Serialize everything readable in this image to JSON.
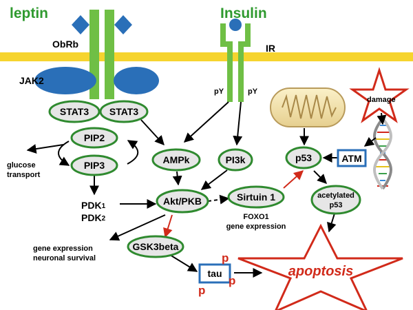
{
  "labels": {
    "leptin": "leptin",
    "insulin": "Insulin",
    "obrb": "ObRb",
    "ir": "IR",
    "jak2": "JAK2",
    "py_left": "pY",
    "py_right": "pY",
    "damage": "damage",
    "stat3_left": "STAT3",
    "stat3_right": "STAT3",
    "pip2": "PIP2",
    "pip3": "PIP3",
    "glucose_line1": "glucose",
    "glucose_line2": "transport",
    "pdk1_base": "PDK",
    "pdk1_sub": "1",
    "pdk2_base": "PDK",
    "pdk2_sub": "2",
    "ampk": "AMPk",
    "pi3k": "PI3k",
    "p53": "p53",
    "atm": "ATM",
    "akt": "Akt/PKB",
    "sirtuin": "Sirtuin 1",
    "foxo1_line1": "FOXO1",
    "foxo1_line2": "gene expression",
    "acetylated_line1": "acetylated",
    "acetylated_line2": "p53",
    "gene_line1": "gene expression",
    "gene_line2": "neuronal survival",
    "gsk3": "GSK3beta",
    "tau": "tau",
    "phospho": "p",
    "apoptosis": "apoptosis"
  },
  "colors": {
    "membrane": "#f6d42e",
    "green": "#6fbf45",
    "title_green": "#2f9a2f",
    "node_fill": "#e6e6e6",
    "node_border": "#2f8a2f",
    "blue": "#2a6fb8",
    "red": "#d12a1a",
    "arrow": "#000000"
  }
}
